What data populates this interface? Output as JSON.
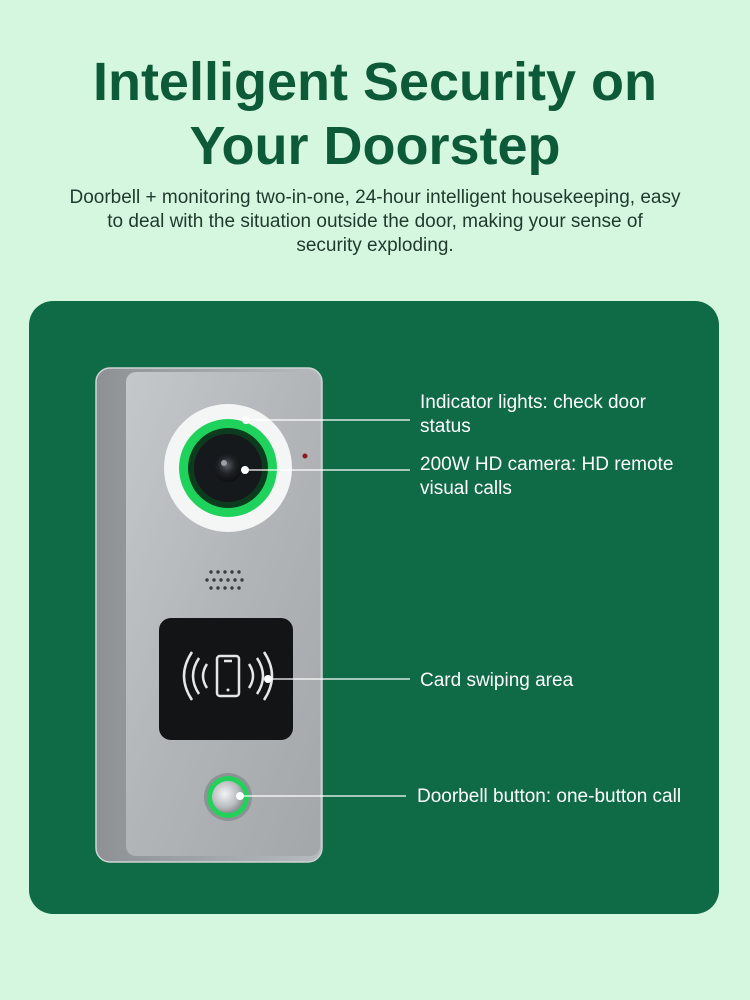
{
  "header": {
    "title_line1": "Intelligent Security on",
    "title_line2": "Your Doorstep",
    "subtitle_line1": "Doorbell + monitoring two-in-one, 24-hour intelligent housekeeping, easy",
    "subtitle_line2": "to deal with the situation outside the door, making your sense of",
    "subtitle_line3": "security exploding."
  },
  "callouts": {
    "indicator_line1": "Indicator lights: check door",
    "indicator_line2": "status",
    "camera_line1": "200W HD camera: HD remote",
    "camera_line2": "visual calls",
    "card": "Card swiping area",
    "button": "Doorbell button: one-button call"
  },
  "colors": {
    "background": "#d5f7df",
    "title": "#0c5a37",
    "panel": "#0e6b45",
    "ring": "#22d15a"
  }
}
